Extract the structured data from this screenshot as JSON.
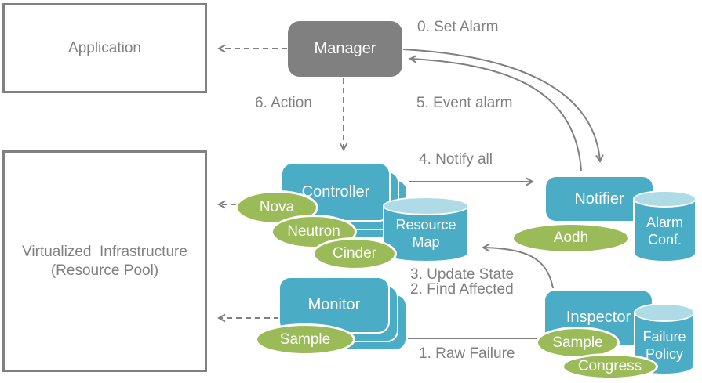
{
  "boxes": {
    "application": "Application",
    "vi_line1": "Virtualized  Infrastructure",
    "vi_line2": "(Resource Pool)",
    "manager": "Manager",
    "controller": "Controller",
    "monitor": "Monitor",
    "notifier": "Notifier",
    "inspector": "Inspector"
  },
  "cylinders": {
    "resource_map": {
      "line1": "Resource",
      "line2": "Map"
    },
    "alarm_conf": {
      "line1": "Alarm",
      "line2": "Conf."
    },
    "failure_policy": {
      "line1": "Failure",
      "line2": "Policy"
    }
  },
  "ellipses": {
    "nova": "Nova",
    "neutron": "Neutron",
    "cinder": "Cinder",
    "monitor_sample": "Sample",
    "aodh": "Aodh",
    "inspector_sample": "Sample",
    "congress": "Congress"
  },
  "labels": {
    "set_alarm": "0. Set Alarm",
    "action": "6. Action",
    "event_alarm": "5. Event alarm",
    "notify_all": "4. Notify all",
    "update_state": "3. Update State",
    "find_affected": "2. Find Affected",
    "raw_failure": "1. Raw Failure"
  },
  "colors": {
    "blue": "#4BACC6",
    "blue_light": "#AFDBE7",
    "green": "#9BBB59",
    "gray": "#808080",
    "text_on_shapes": "#FFFFFF"
  }
}
